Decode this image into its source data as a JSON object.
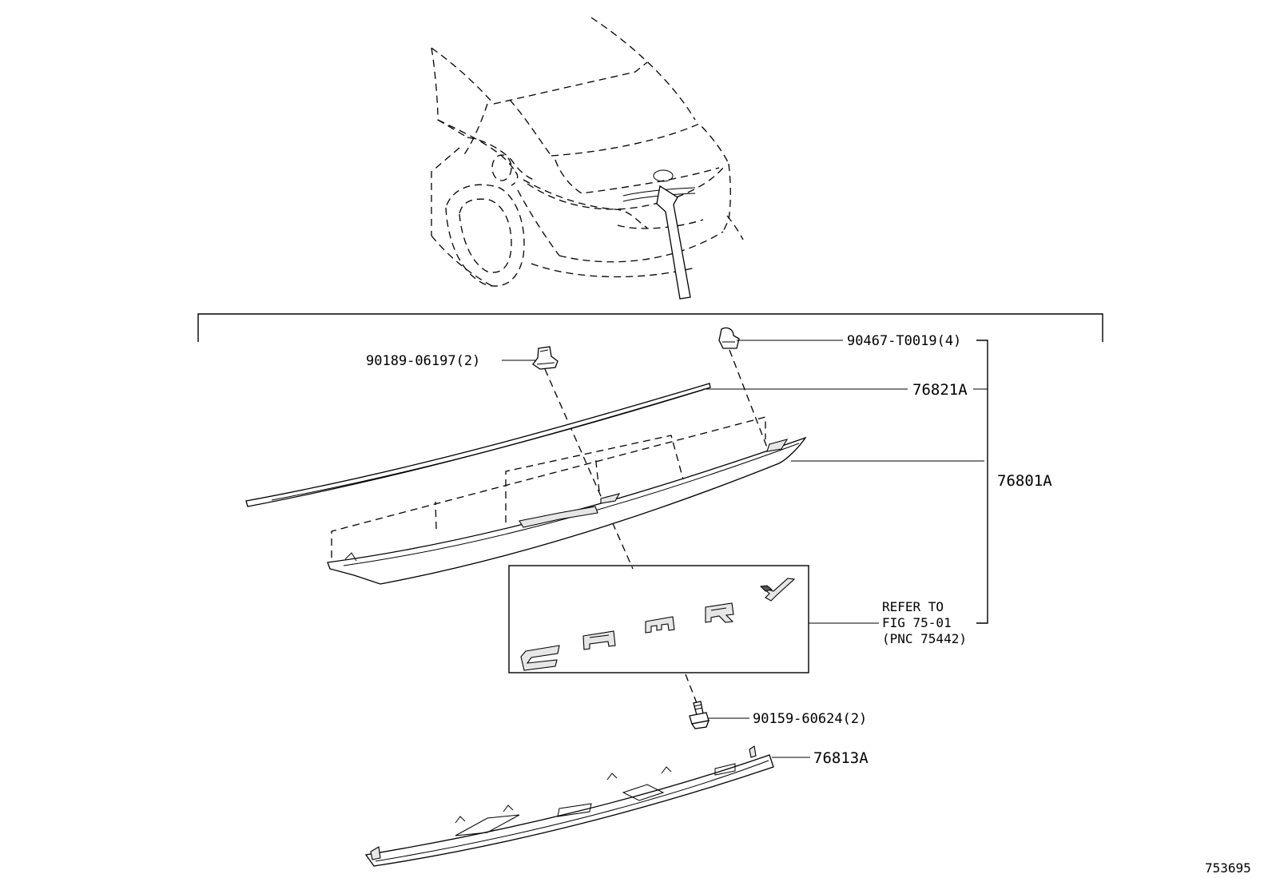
{
  "diagram_id": "753695",
  "callouts": {
    "clip_top_left": "90189-06197(2)",
    "clip_top_right": "90467-T0019(4)",
    "moulding": "76821A",
    "assembly": "76801A",
    "screw": "90159-60624(2)",
    "lower_cover": "76813A"
  },
  "reference_note": {
    "line1": "REFER TO",
    "line2": "FIG 75-01",
    "line3": "(PNC 75442)"
  },
  "emblem_letters": [
    "C",
    "A",
    "M",
    "R",
    "Y"
  ]
}
